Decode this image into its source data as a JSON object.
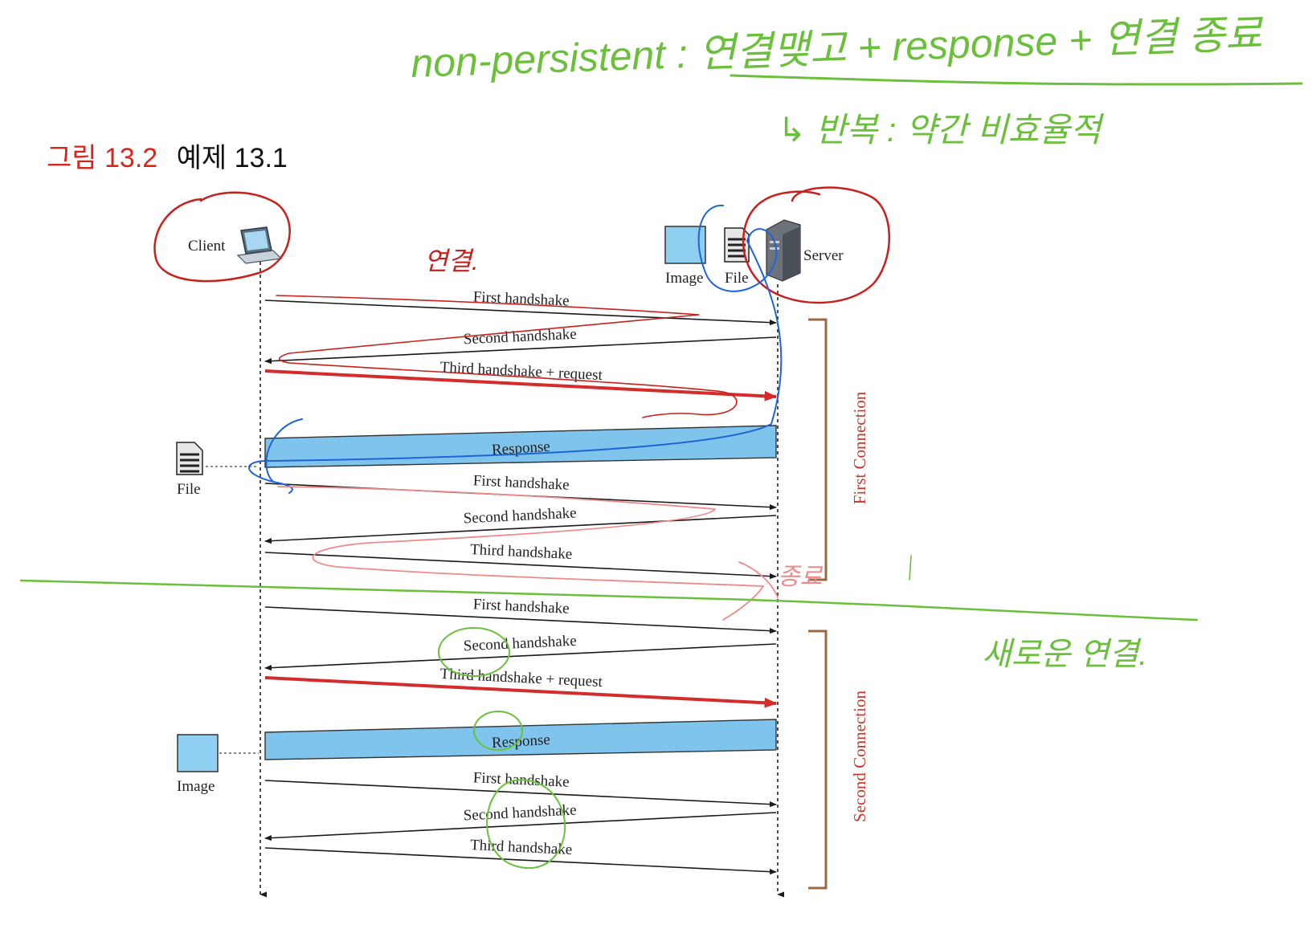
{
  "figure": {
    "label_prefix": "그림 13.2",
    "label_title": "예제 13.1",
    "prefix_color": "#d9261c"
  },
  "actors": {
    "client": "Client",
    "server": "Server",
    "server_image": "Image",
    "server_file": "File",
    "client_file": "File",
    "client_image": "Image"
  },
  "connections": [
    {
      "name": "First Connection",
      "messages": [
        {
          "label": "First handshake",
          "dir": "to-server",
          "style": "thin"
        },
        {
          "label": "Second handshake",
          "dir": "to-client",
          "style": "thin"
        },
        {
          "label": "Third handshake + request",
          "dir": "to-server",
          "style": "request"
        },
        {
          "label": "Response",
          "dir": "to-client",
          "style": "response"
        },
        {
          "label": "First handshake",
          "dir": "to-server",
          "style": "thin"
        },
        {
          "label": "Second handshake",
          "dir": "to-client",
          "style": "thin"
        },
        {
          "label": "Third handshake",
          "dir": "to-server",
          "style": "thin"
        }
      ]
    },
    {
      "name": "Second Connection",
      "messages": [
        {
          "label": "First handshake",
          "dir": "to-server",
          "style": "thin"
        },
        {
          "label": "Second handshake",
          "dir": "to-client",
          "style": "thin"
        },
        {
          "label": "Third handshake + request",
          "dir": "to-server",
          "style": "request"
        },
        {
          "label": "Response",
          "dir": "to-client",
          "style": "response"
        },
        {
          "label": "First handshake",
          "dir": "to-server",
          "style": "thin"
        },
        {
          "label": "Second handshake",
          "dir": "to-client",
          "style": "thin"
        },
        {
          "label": "Third handshake",
          "dir": "to-server",
          "style": "thin"
        }
      ]
    }
  ],
  "handwritten_notes": {
    "top_line_1": "non-persistent : 연결맺고 + response + 연결 종료",
    "top_line_2": "↳ 반복 : 약간 비효율적",
    "connect": "연결.",
    "close": "종료",
    "new_connection": "새로운 연결."
  },
  "colors": {
    "request_arrow": "#d42b2b",
    "response_fill": "#7fc4ec",
    "bracket": "#9b6a45",
    "connection_text": "#c0392b",
    "ink_red": "#c8201c",
    "ink_blue": "#1e64d8",
    "ink_green": "#6cbf3c",
    "ink_pink": "#ee8a8a"
  }
}
